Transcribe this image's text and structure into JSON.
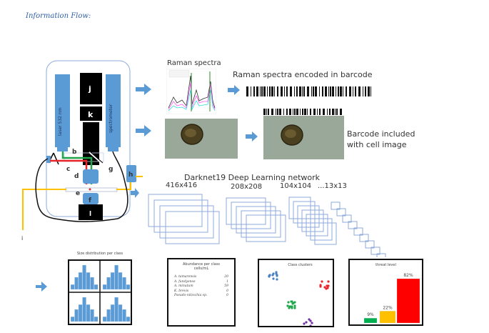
{
  "header": {
    "title": "Information Flow:"
  },
  "instrument": {
    "laser_label": "laser 532 nm",
    "spectrometer_label": "spectrometer",
    "part_labels": {
      "j": "j",
      "k": "k",
      "b": "b",
      "c": "c",
      "d": "d",
      "e": "e",
      "f": "f",
      "g": "g",
      "h": "h",
      "l": "l",
      "i": "i"
    }
  },
  "raman": {
    "spectra_label": "Raman spectra",
    "barcode_label": "Raman spectra encoded in barcode",
    "cell_caption_line1": "Barcode included",
    "cell_caption_line2": "with cell image"
  },
  "network": {
    "title": "Darknet19 Deep Learning network",
    "sizes": [
      "416x416",
      "208x208",
      "104x104",
      "...13x13"
    ]
  },
  "outputs": {
    "size_distribution": {
      "title": "Size distribution per class",
      "histograms": [
        [
          2,
          5,
          7,
          10,
          7,
          5,
          2
        ],
        [
          2,
          5,
          7,
          10,
          7,
          5,
          2
        ],
        [
          2,
          5,
          7,
          10,
          7,
          5,
          2
        ],
        [
          2,
          5,
          7,
          10,
          7,
          5,
          2
        ]
      ]
    },
    "abundance": {
      "title_line1": "Abundance per class",
      "title_line2": "cells/mL",
      "rows": [
        {
          "name": "A. tamarensis",
          "value": "20"
        },
        {
          "name": "A. fundyense",
          "value": "1"
        },
        {
          "name": "A. minutum",
          "value": "59"
        },
        {
          "name": "K. brevis",
          "value": "0"
        },
        {
          "name": "Pseudo-nitzschia sp.",
          "value": "0"
        }
      ]
    },
    "clusters": {
      "title": "Class clusters",
      "colors": [
        "#4a7fc1",
        "#e8262a",
        "#1fa64a",
        "#7030a0"
      ]
    },
    "threat": {
      "title": "threat level",
      "bars": [
        {
          "label": "9%",
          "value": 9,
          "color": "#00b050"
        },
        {
          "label": "22%",
          "value": 22,
          "color": "#ffc000"
        },
        {
          "label": "82%",
          "value": 82,
          "color": "#ff0000"
        }
      ]
    }
  },
  "colors": {
    "accent_blue": "#5b9bd5",
    "arrow_blue": "#5b9bd5",
    "outline_blue": "#8eaadb",
    "yellow": "#ffc000"
  }
}
